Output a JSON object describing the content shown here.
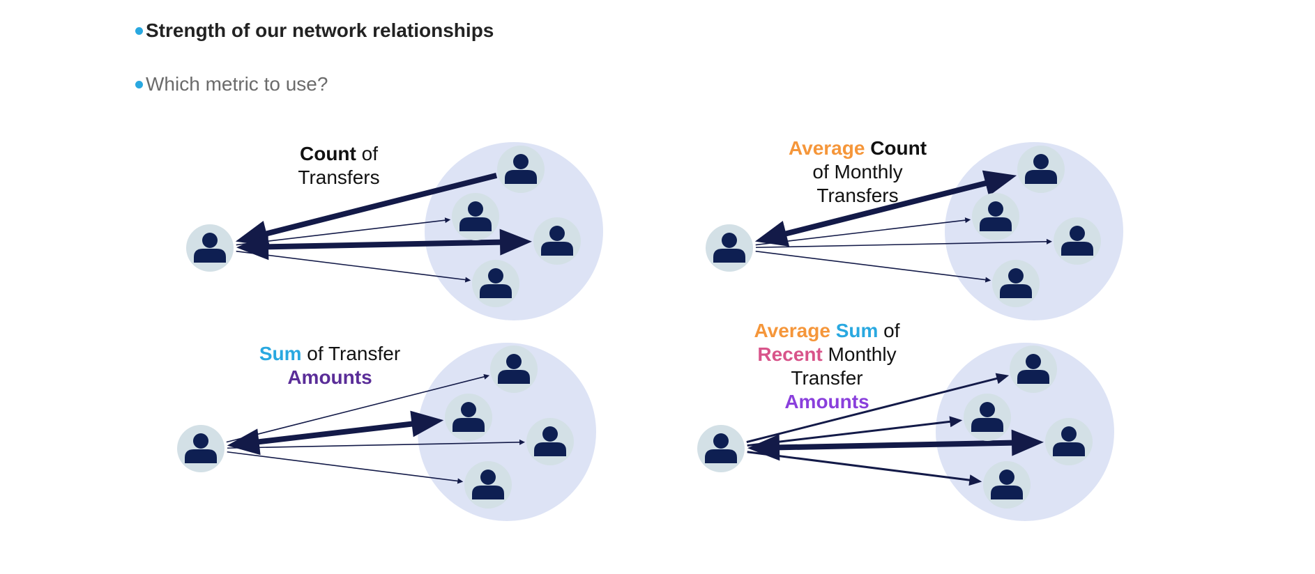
{
  "bullets": [
    {
      "text": "Strength of our network relationships"
    },
    {
      "text": "Which metric to use?"
    }
  ],
  "colors": {
    "bullet": "#29a8e0",
    "cluster": "#dde3f5",
    "node_bg": "#d3e0e6",
    "person": "#0e1f52",
    "arrow": "#131a48",
    "orange": "#f5963a",
    "blue": "#29a8e0",
    "pink": "#d8548a",
    "purple_dark": "#5a2d98",
    "purple": "#8a3fdc"
  },
  "panels": [
    {
      "label_lines": [
        [
          {
            "text": "Count",
            "style": "bold"
          },
          {
            "text": " of",
            "style": "normal"
          }
        ],
        [
          {
            "text": "Transfers",
            "style": "normal"
          }
        ]
      ],
      "edge_strengths": [
        {
          "target": "top",
          "direction": "in",
          "weight": "heavy"
        },
        {
          "target": "upper-mid",
          "direction": "out",
          "weight": "thin"
        },
        {
          "target": "right",
          "direction": "both",
          "weight": "heavy"
        },
        {
          "target": "lower",
          "direction": "out",
          "weight": "thin"
        }
      ]
    },
    {
      "label_lines": [
        [
          {
            "text": "Average",
            "style": "bold",
            "color": "orange"
          },
          {
            "text": " ",
            "style": "normal"
          },
          {
            "text": "Count",
            "style": "bold"
          }
        ],
        [
          {
            "text": "of Monthly",
            "style": "normal"
          }
        ],
        [
          {
            "text": "Transfers",
            "style": "normal"
          }
        ]
      ],
      "edge_strengths": [
        {
          "target": "top",
          "direction": "both",
          "weight": "heavy"
        },
        {
          "target": "upper-mid",
          "direction": "out",
          "weight": "thin"
        },
        {
          "target": "right",
          "direction": "out",
          "weight": "thin"
        },
        {
          "target": "lower",
          "direction": "out",
          "weight": "thin"
        }
      ]
    },
    {
      "label_lines": [
        [
          {
            "text": "Sum",
            "style": "bold",
            "color": "blue"
          },
          {
            "text": " of Transfer",
            "style": "normal"
          }
        ],
        [
          {
            "text": "Amounts",
            "style": "bold",
            "color": "purple_dark"
          }
        ]
      ],
      "edge_strengths": [
        {
          "target": "top",
          "direction": "out",
          "weight": "thin"
        },
        {
          "target": "upper-mid",
          "direction": "both",
          "weight": "heavy"
        },
        {
          "target": "right",
          "direction": "out",
          "weight": "thin"
        },
        {
          "target": "lower",
          "direction": "out",
          "weight": "thin"
        }
      ]
    },
    {
      "label_lines": [
        [
          {
            "text": "Average",
            "style": "bold",
            "color": "orange"
          },
          {
            "text": " ",
            "style": "normal"
          },
          {
            "text": "Sum",
            "style": "bold",
            "color": "blue"
          },
          {
            "text": " of",
            "style": "normal"
          }
        ],
        [
          {
            "text": "Recent",
            "style": "bold",
            "color": "pink"
          },
          {
            "text": " Monthly",
            "style": "normal"
          }
        ],
        [
          {
            "text": "Transfer",
            "style": "normal"
          }
        ],
        [
          {
            "text": "Amounts",
            "style": "bold",
            "color": "purple"
          }
        ]
      ],
      "edge_strengths": [
        {
          "target": "top",
          "direction": "out",
          "weight": "medium"
        },
        {
          "target": "upper-mid",
          "direction": "out",
          "weight": "medium"
        },
        {
          "target": "right",
          "direction": "both",
          "weight": "heavy"
        },
        {
          "target": "lower",
          "direction": "out",
          "weight": "medium"
        }
      ]
    }
  ]
}
